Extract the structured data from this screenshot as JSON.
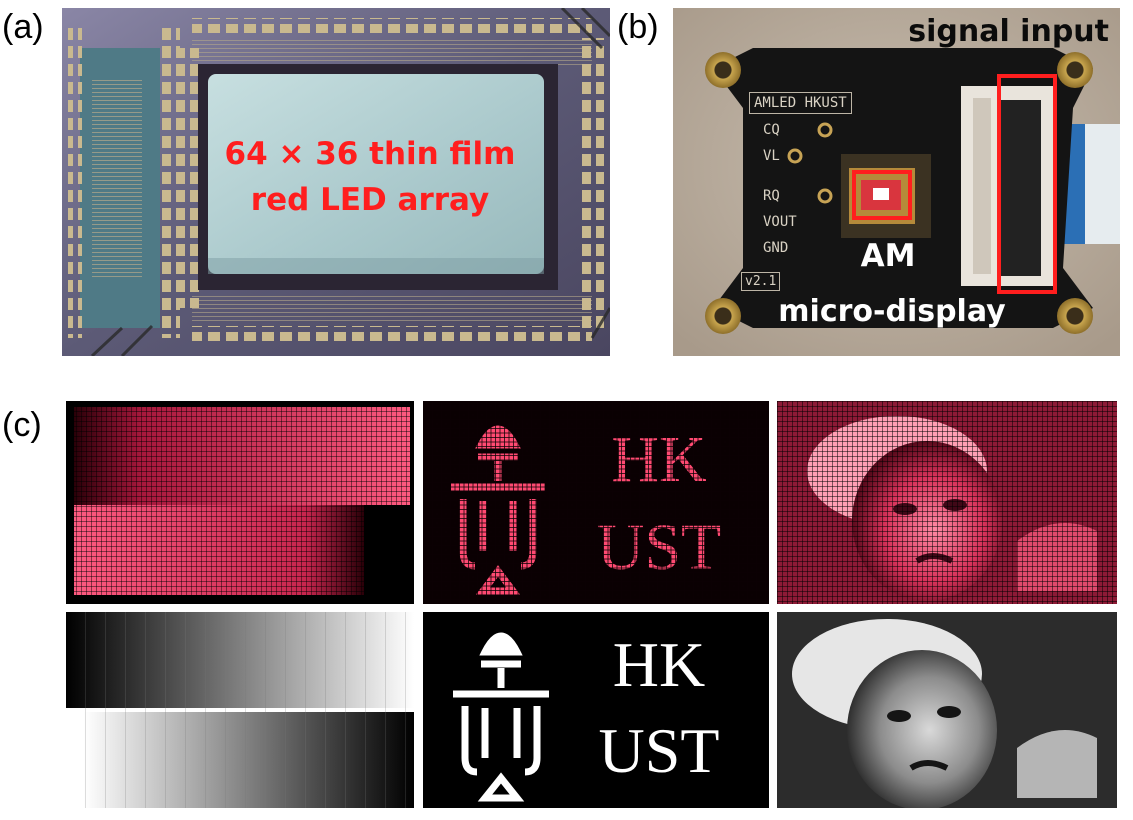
{
  "labels": {
    "a": "(a)",
    "b": "(b)",
    "c": "(c)"
  },
  "panel_a": {
    "caption_line1": "64 × 36 thin film",
    "caption_line2": "red LED array"
  },
  "panel_b": {
    "signal_label": "signal input",
    "display_line1": "AM",
    "display_line2": "micro-display",
    "pcb_brand": "AMLED HKUST",
    "pins": [
      "CQ",
      "VL",
      "RQ",
      "VOUT",
      "GND"
    ],
    "version": "v2.1"
  },
  "panel_c": {
    "logo_text_line1": "HK",
    "logo_text_line2": "UST"
  },
  "colors": {
    "annotation_red": "#ff1e1e",
    "led_red": "#ff2f5f"
  }
}
